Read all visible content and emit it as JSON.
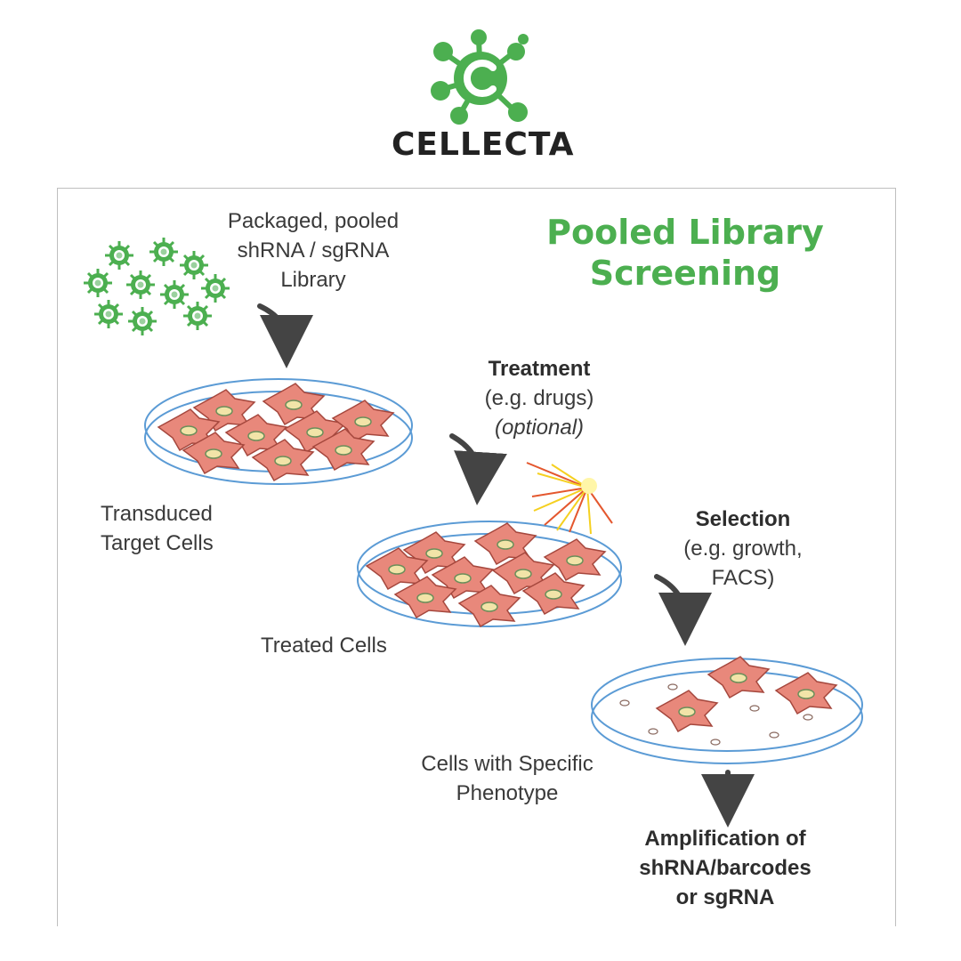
{
  "brand": {
    "name": "CELLECTA",
    "logo_color": "#4caf50"
  },
  "title_lines": [
    "Pooled Library",
    "Screening"
  ],
  "library_label_lines": [
    "Packaged, pooled",
    "shRNA / sgRNA",
    "Library"
  ],
  "treatment": {
    "heading": "Treatment",
    "lines": [
      "(e.g. drugs)",
      "(optional)"
    ]
  },
  "selection": {
    "heading": "Selection",
    "lines": [
      "(e.g. growth,",
      "FACS)"
    ]
  },
  "transduced_label_lines": [
    "Transduced",
    "Target Cells"
  ],
  "treated_label": "Treated Cells",
  "phenotype_label_lines": [
    "Cells with Specific",
    "Phenotype"
  ],
  "amplification_lines": [
    "Amplification of",
    "shRNA/barcodes",
    "or sgRNA"
  ],
  "colors": {
    "accent_green": "#4caf50",
    "cell_fill": "#e8887b",
    "dish_stroke": "#5b9bd5",
    "arrow": "#444444",
    "burst": "#f5d020"
  }
}
